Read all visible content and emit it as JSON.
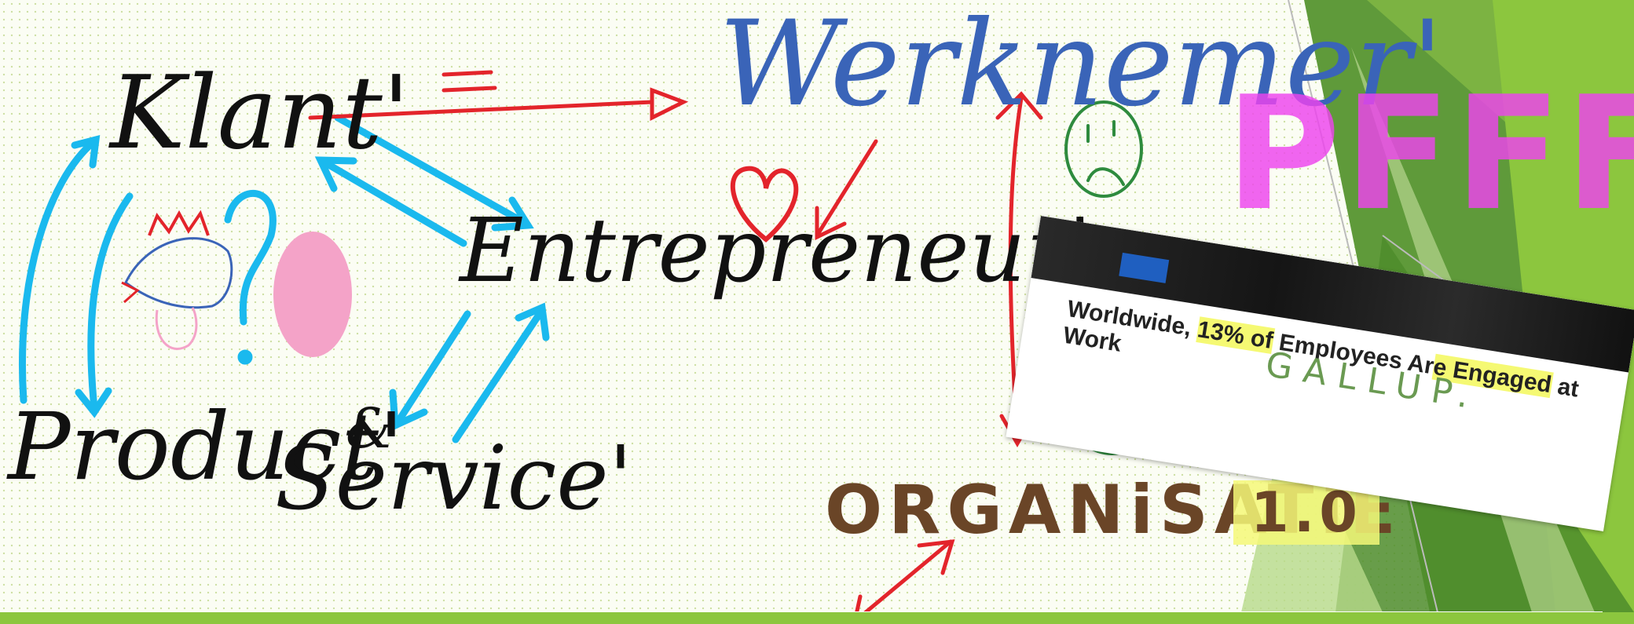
{
  "slide": {
    "words": {
      "klant": "Klant'",
      "werknemer": "Werknemer'",
      "entrepreneur": "Entrepreneur'",
      "product": "Product'",
      "ampersand": "&",
      "service": "Service'",
      "organisatie": "ORGANiSATiE",
      "organisatie_version": "1.0",
      "pfff": "PFFF",
      "equals": "="
    },
    "article": {
      "headline_before": "Worldwide, ",
      "headline_h1": "13% of",
      "headline_mid": " Employees Ar",
      "headline_h2": "e Engaged",
      "headline_after": " at Work",
      "source_note": "GALLUP."
    }
  },
  "colors": {
    "black_ink": "#111111",
    "blue_ink": "#3a64b8",
    "cyan_arrows": "#1ab9ee",
    "red_ink": "#e3242b",
    "green_faces": "#2e8b3e",
    "pink_egg": "#f4a3c8",
    "magenta": "#ee44ee",
    "brown": "#6a4527",
    "highlight": "#f4f878",
    "slide_green": "#8cc63e"
  },
  "icons": [
    "sad-face-icon",
    "heart-icon",
    "chicken-icon",
    "egg-icon",
    "question-mark-icon"
  ]
}
